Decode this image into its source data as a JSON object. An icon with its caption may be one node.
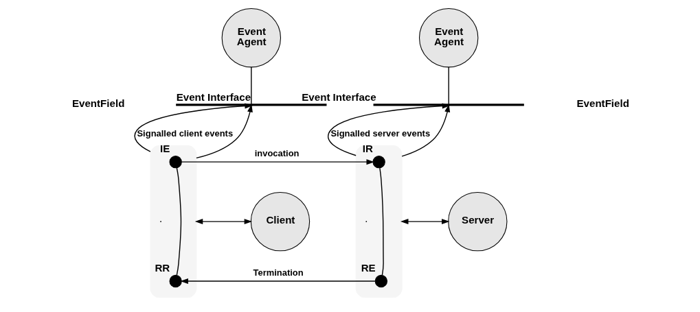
{
  "diagram": {
    "nodes": [
      {
        "text": [
          "Event Agent"
        ]
      },
      {
        "text": [
          "Event Agent"
        ]
      },
      {
        "text": [],
        "shape": "bar",
        "beside": [
          "Event Interface"
        ]
      },
      {
        "text": [],
        "shape": "bar",
        "beside": [
          "Event Interface"
        ]
      },
      {
        "text": [],
        "shape": "box"
      },
      {
        "text": [],
        "shape": "box"
      },
      {
        "text": [],
        "shape": "circle",
        "beside": [
          "IE"
        ],
        "in": 4
      },
      {
        "text": [],
        "shape": "circle",
        "beside": [
          "RR"
        ],
        "in": 4
      },
      {
        "text": [],
        "shape": "circle",
        "beside": [
          "IR"
        ],
        "in": 5
      },
      {
        "text": [],
        "shape": "circle",
        "beside": [
          "RE"
        ],
        "in": 5
      },
      {
        "text": [
          "Client"
        ]
      },
      {
        "text": [
          "Server"
        ]
      }
    ],
    "edges": [
      {
        "from": 0,
        "to": 2,
        "arrow": "none"
      },
      {
        "from": 1,
        "to": 3,
        "arrow": "none"
      },
      {
        "from": 4,
        "to": 2,
        "arrow": "to",
        "label": "Signalled client events"
      },
      {
        "from": 4,
        "to": 2,
        "arrow": "to"
      },
      {
        "from": 5,
        "to": 3,
        "arrow": "to",
        "label": "Signalled server events"
      },
      {
        "from": 5,
        "to": 3,
        "arrow": "to"
      },
      {
        "from": 6,
        "to": 7,
        "arrow": "none"
      },
      {
        "from": 8,
        "to": 9,
        "arrow": "none"
      },
      {
        "from": 10,
        "to": 4,
        "arrow": "both"
      },
      {
        "from": 11,
        "to": 5,
        "arrow": "both"
      },
      {
        "from": 6,
        "to": 8,
        "arrow": "to",
        "label": "invocation"
      },
      {
        "from": 9,
        "to": 7,
        "arrow": "to",
        "label": "Termination"
      }
    ],
    "labels": [
      "EventField",
      "EventField"
    ]
  }
}
